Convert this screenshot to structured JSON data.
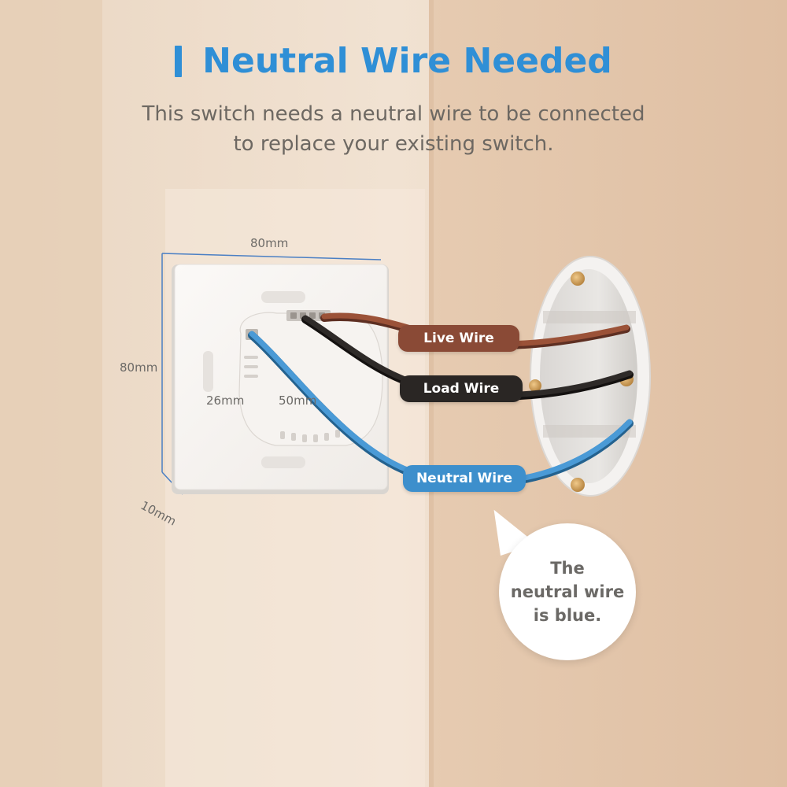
{
  "header": {
    "title": "Neutral Wire Needed",
    "subtitle_line1": "This switch needs a neutral wire to be connected",
    "subtitle_line2": "to replace your existing switch."
  },
  "dimensions": {
    "width": "80mm",
    "height": "80mm",
    "depth": "10mm",
    "module_depth": "26mm",
    "module_diameter": "50mm"
  },
  "wires": {
    "live": {
      "label": "Live Wire",
      "color": "#8a4a36"
    },
    "load": {
      "label": "Load Wire",
      "color": "#2a2624"
    },
    "neutral": {
      "label": "Neutral Wire",
      "color": "#3d8fcc"
    }
  },
  "callout": {
    "line1": "The",
    "line2": "neutral wire",
    "line3": "is blue."
  },
  "colors": {
    "accent": "#2f8fd6",
    "wall": "#e5c8ad",
    "panel": "#f7f4f1"
  }
}
